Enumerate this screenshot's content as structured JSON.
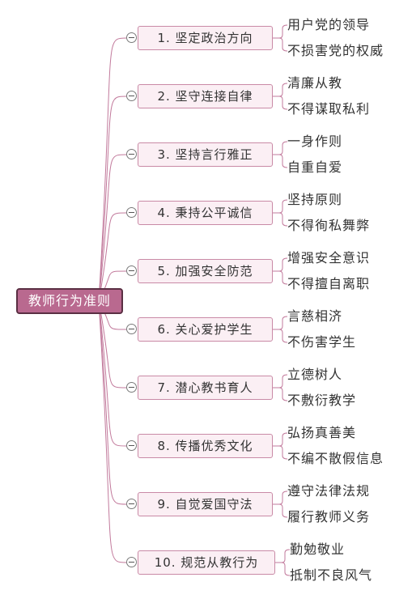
{
  "root": {
    "label": "教师行为准则"
  },
  "topics": [
    {
      "label": "1. 坚定政治方向",
      "subs": [
        "用户党的领导",
        "不损害党的权威"
      ]
    },
    {
      "label": "2. 坚守连接自律",
      "subs": [
        "清廉从教",
        "不得谋取私利"
      ]
    },
    {
      "label": "3. 坚持言行雅正",
      "subs": [
        "一身作则",
        "自重自爱"
      ]
    },
    {
      "label": "4. 秉持公平诚信",
      "subs": [
        "坚持原则",
        "不得徇私舞弊"
      ]
    },
    {
      "label": "5. 加强安全防范",
      "subs": [
        "增强安全意识",
        "不得擅自离职"
      ]
    },
    {
      "label": "6. 关心爱护学生",
      "subs": [
        "言慈相济",
        "不伤害学生"
      ]
    },
    {
      "label": "7. 潜心教书育人",
      "subs": [
        "立德树人",
        "不敷衍教学"
      ]
    },
    {
      "label": "8. 传播优秀文化",
      "subs": [
        "弘扬真善美",
        "不编不散假信息"
      ]
    },
    {
      "label": "9. 自觉爱国守法",
      "subs": [
        "遵守法律法规",
        "履行教师义务"
      ]
    },
    {
      "label": "10. 规范从教行为",
      "subs": [
        "勤勉敬业",
        "抵制不良风气"
      ]
    }
  ],
  "colors": {
    "line": "#c27a9c",
    "root_fill": "#b9698f",
    "root_border": "#5a2f43",
    "node_fill": "#fbeff4",
    "node_border": "#c98aa6"
  }
}
